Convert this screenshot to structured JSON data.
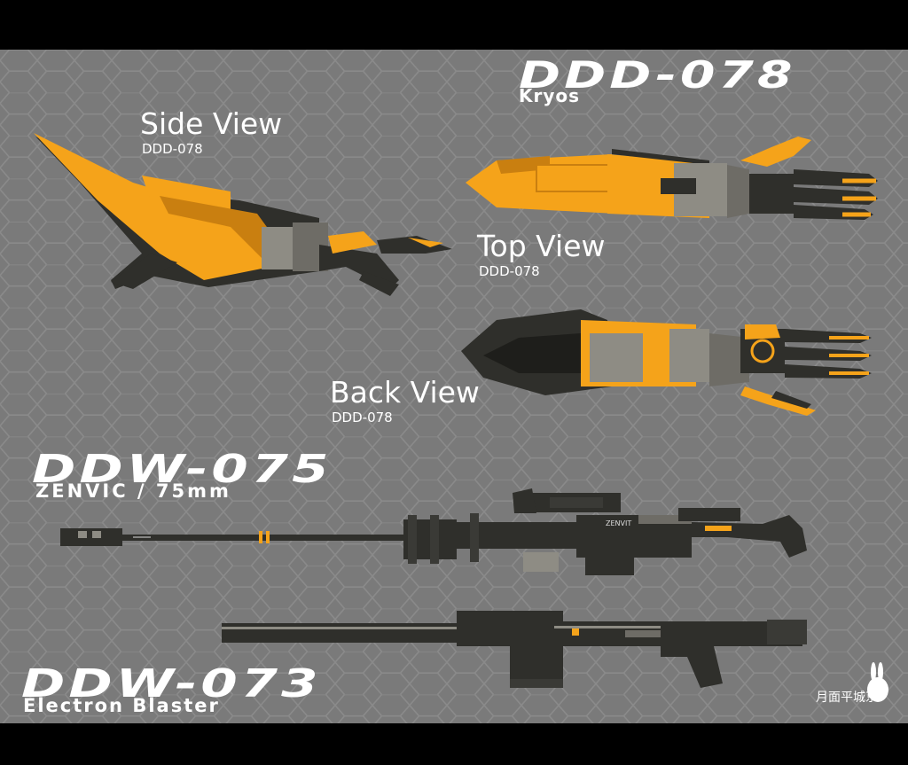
{
  "colors": {
    "background": "#7a7a7a",
    "hex_line": "#8a8a8a",
    "armor_orange": "#f5a31a",
    "armor_dark": "#2f2f2b",
    "armor_gray": "#8e8c84",
    "frame": "#000000"
  },
  "header": {
    "model_code": "DDD-078",
    "model_name": "Kryos"
  },
  "views": [
    {
      "label": "Side View",
      "code": "DDD-078"
    },
    {
      "label": "Top View",
      "code": "DDD-078"
    },
    {
      "label": "Back View",
      "code": "DDD-078"
    }
  ],
  "weapons": [
    {
      "model_code": "DDW-075",
      "name": "ZENVIC / 75mm",
      "marking": "ZENVIT"
    },
    {
      "model_code": "DDW-073",
      "name": "Electron Blaster"
    }
  ],
  "watermark": {
    "text": "月面平城京",
    "icon": "rabbit-icon"
  }
}
